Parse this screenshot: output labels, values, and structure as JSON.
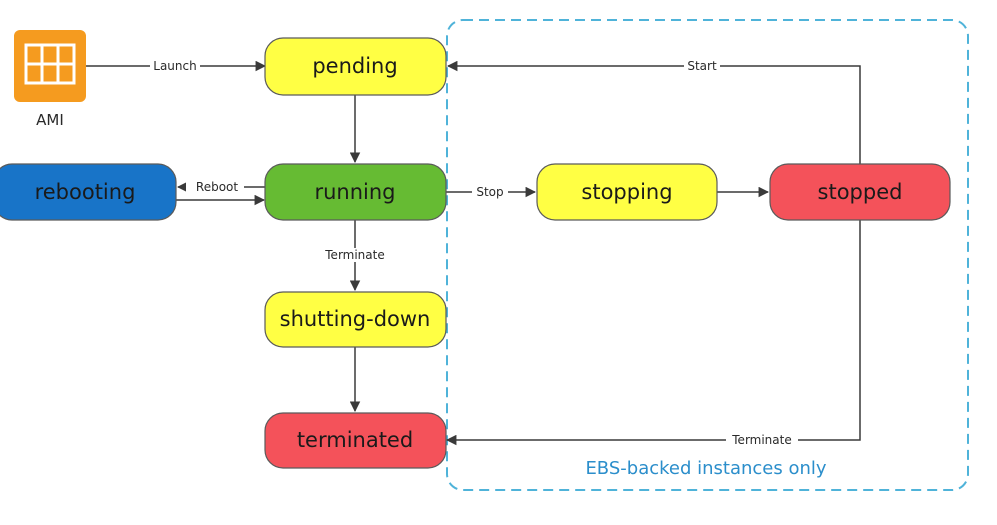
{
  "colors": {
    "yellow": "#ffff44",
    "green": "#66bb33",
    "blue": "#1874c8",
    "red": "#f4525a",
    "orange": "#f59b1f",
    "region_border": "#4fb3d9",
    "region_text": "#2b8ecb",
    "edge": "#3a3a3a"
  },
  "source": {
    "label": "AMI",
    "icon": "ami-grid-icon"
  },
  "states": {
    "pending": "pending",
    "running": "running",
    "rebooting": "rebooting",
    "shutting_down": "shutting-down",
    "terminated": "terminated",
    "stopping": "stopping",
    "stopped": "stopped"
  },
  "transitions": {
    "launch": "Launch",
    "reboot": "Reboot",
    "terminate": "Terminate",
    "stop": "Stop",
    "start": "Start",
    "terminate_stopped": "Terminate"
  },
  "region": {
    "label": "EBS-backed instances only"
  }
}
